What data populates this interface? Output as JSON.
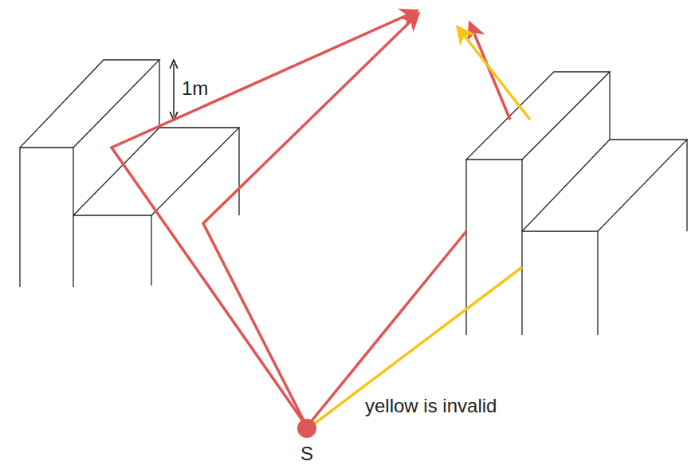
{
  "diagram": {
    "labels": [
      "1m",
      "yellow is invalid",
      "S"
    ]
  }
}
